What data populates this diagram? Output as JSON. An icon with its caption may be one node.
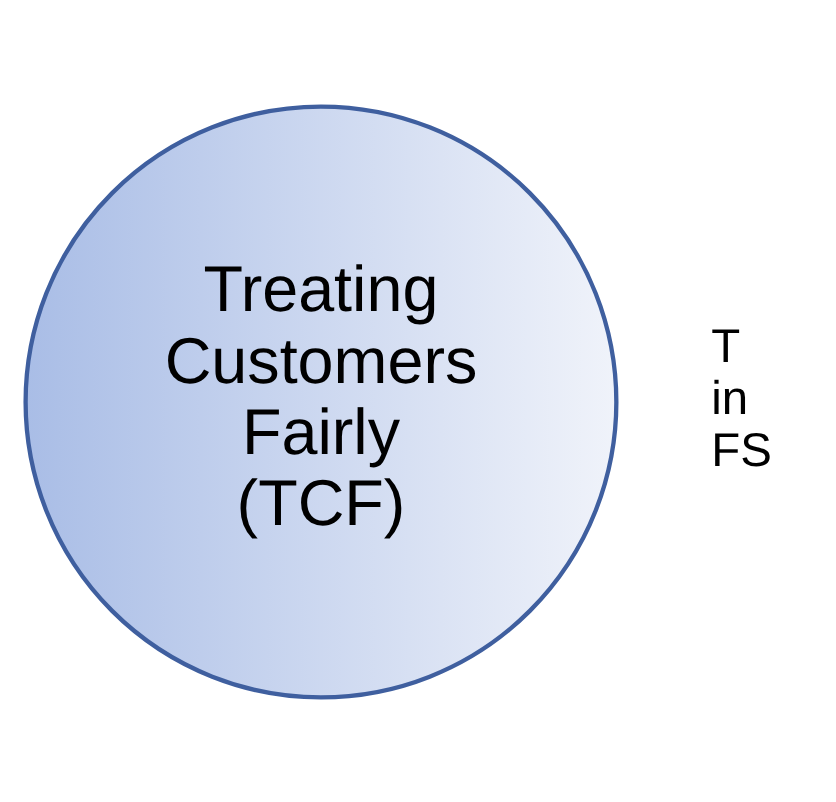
{
  "diagram": {
    "nodes": [
      {
        "text": [
          "Treating Customers Fairly (TCF)"
        ]
      }
    ],
    "edges": [],
    "labels": [
      "T",
      "in",
      "FS"
    ]
  }
}
